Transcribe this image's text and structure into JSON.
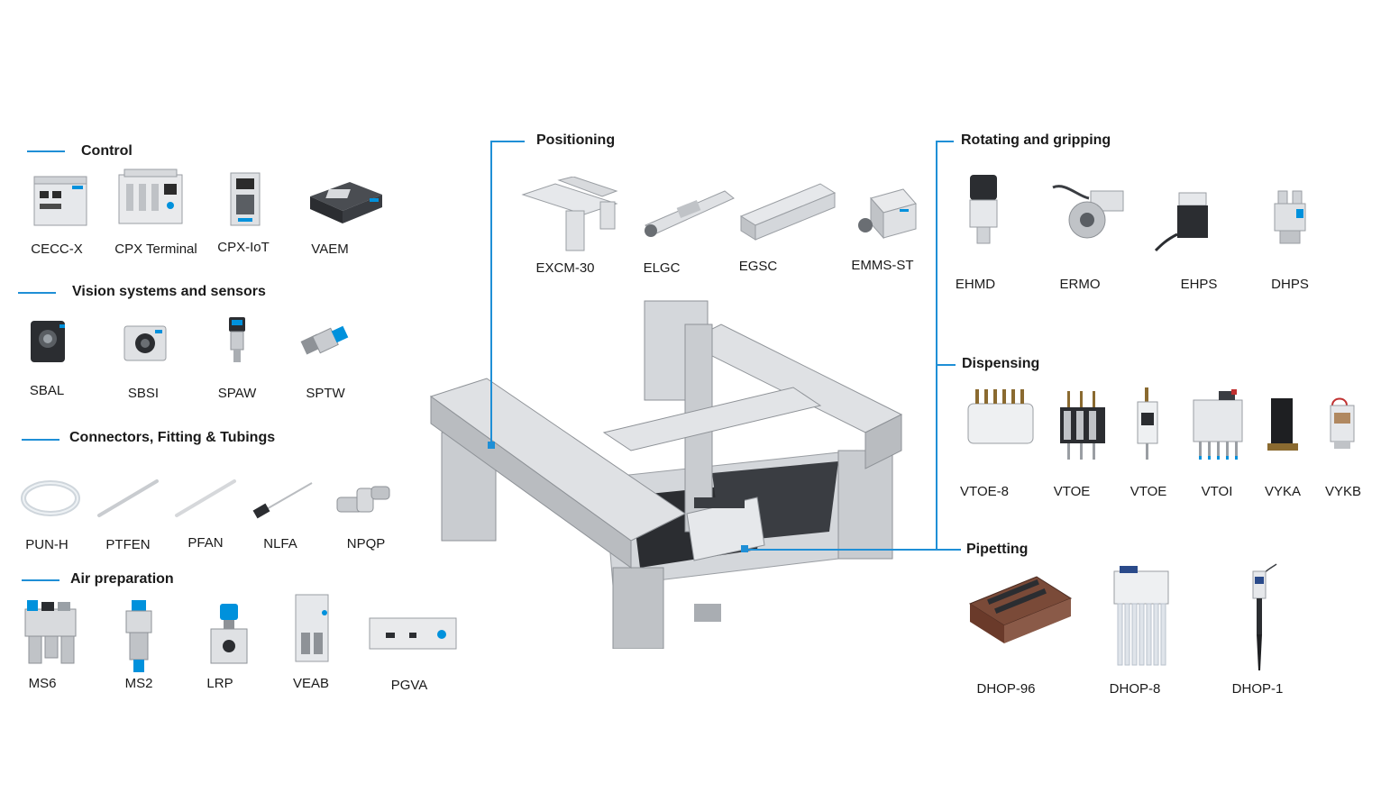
{
  "sections": {
    "control": {
      "title": "Control",
      "items": [
        "CECC-X",
        "CPX Terminal",
        "CPX-IoT",
        "VAEM"
      ]
    },
    "vision": {
      "title": "Vision systems and sensors",
      "items": [
        "SBAL",
        "SBSI",
        "SPAW",
        "SPTW"
      ]
    },
    "connectors": {
      "title": "Connectors, Fitting & Tubings",
      "items": [
        "PUN-H",
        "PTFEN",
        "PFAN",
        "NLFA",
        "NPQP"
      ]
    },
    "air": {
      "title": "Air preparation",
      "items": [
        "MS6",
        "MS2",
        "LRP",
        "VEAB",
        "PGVA"
      ]
    },
    "positioning": {
      "title": "Positioning",
      "items": [
        "EXCM-30",
        "ELGC",
        "EGSC",
        "EMMS-ST"
      ]
    },
    "rotating": {
      "title": "Rotating and gripping",
      "items": [
        "EHMD",
        "ERMO",
        "EHPS",
        "DHPS"
      ]
    },
    "dispensing": {
      "title": "Dispensing",
      "items": [
        "VTOE-8",
        "VTOE",
        "VTOE",
        "VTOI",
        "VYKA",
        "VYKB"
      ]
    },
    "pipetting": {
      "title": "Pipetting",
      "items": [
        "DHOP-96",
        "DHOP-8",
        "DHOP-1"
      ]
    }
  },
  "colors": {
    "accent": "#1f8fd6",
    "text": "#1a1a1a",
    "metal": "#c9ccd0",
    "brand": "#0091dc"
  }
}
